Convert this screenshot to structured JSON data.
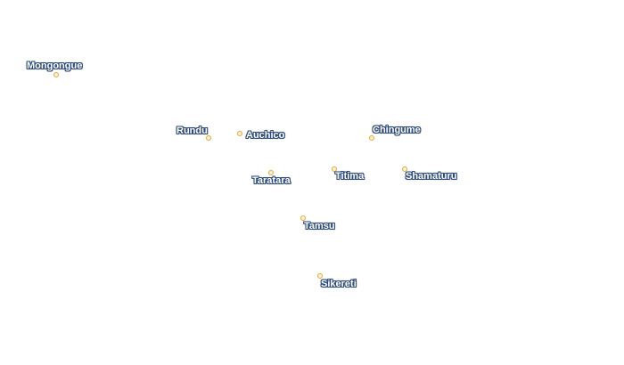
{
  "places": [
    {
      "id": "mongongue",
      "name": "Mongongue"
    },
    {
      "id": "rundu",
      "name": "Rundu"
    },
    {
      "id": "auchico",
      "name": "Auchico"
    },
    {
      "id": "chingume",
      "name": "Chingume"
    },
    {
      "id": "taratara",
      "name": "Taratara"
    },
    {
      "id": "titima",
      "name": "Titima"
    },
    {
      "id": "shamaturu",
      "name": "Shamaturu"
    },
    {
      "id": "tamsu",
      "name": "Tamsu"
    },
    {
      "id": "sikereti",
      "name": "Sikereti"
    }
  ],
  "colors": {
    "label_text": "#ffffff",
    "label_halo": "#2e4b7a",
    "marker_stroke": "#e2a93a",
    "marker_fill": "#fdf1cf",
    "background": "#ffffff"
  }
}
